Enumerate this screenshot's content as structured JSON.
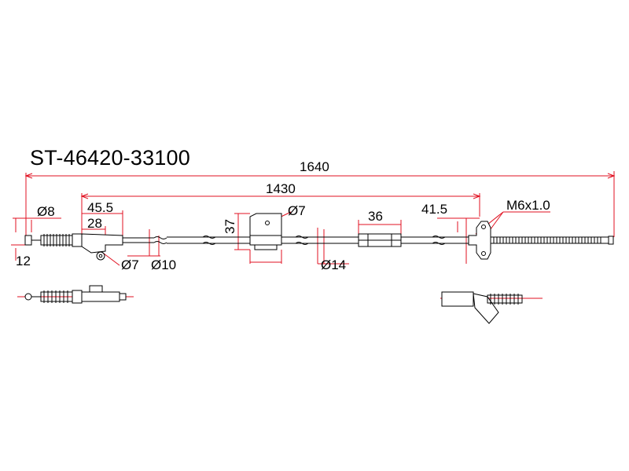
{
  "part_number": "ST-46420-33100",
  "dimensions": {
    "overall_length": "1640",
    "inner_length": "1430",
    "d_left_end": "Ø8",
    "left_end_height": "12",
    "fitting_length": "45.5",
    "fitting_offset": "28",
    "d_hole_left": "Ø7",
    "d_cable": "Ø10",
    "bracket_height": "37",
    "d_bracket_hole": "Ø7",
    "d_sleeve": "Ø14",
    "sleeve_length": "36",
    "right_fitting_length": "41.5",
    "thread": "M6x1.0"
  },
  "colors": {
    "dimension_line": "#e01020",
    "drawing_line": "#000000",
    "background": "#ffffff"
  }
}
